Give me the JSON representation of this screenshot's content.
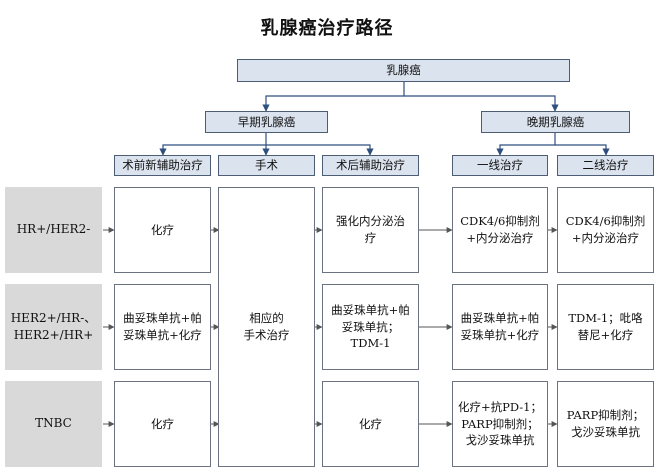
{
  "title": "乳腺癌治疗路径",
  "nodes": {
    "root": "乳腺癌",
    "early": "早期乳腺癌",
    "late": "晚期乳腺癌",
    "neoadjuvant": "术前新辅助治疗",
    "surgery": "手术",
    "adjuvant": "术后辅助治疗",
    "first_line": "一线治疗",
    "second_line": "二线治疗"
  },
  "rows": [
    {
      "label": "HR+/HER2-",
      "neoadjuvant": "化疗",
      "adjuvant": "强化内分泌治\n疗",
      "first_line": "CDK4/6抑制剂\n+内分泌治疗",
      "second_line": "CDK4/6抑制剂\n+内分泌治疗"
    },
    {
      "label": "HER2+/HR-、\nHER2+/HR+",
      "neoadjuvant": "曲妥珠单抗+帕\n妥珠单抗+化疗",
      "adjuvant": "曲妥珠单抗+帕\n妥珠单抗；\nTDM-1",
      "first_line": "曲妥珠单抗+帕\n妥珠单抗+化疗",
      "second_line": "TDM-1；吡咯\n替尼+化疗"
    },
    {
      "label": "TNBC",
      "neoadjuvant": "化疗",
      "adjuvant": "化疗",
      "first_line": "化疗+抗PD-1；\nPARP抑制剂；\n戈沙妥珠单抗",
      "second_line": "PARP抑制剂；\n戈沙妥珠单抗"
    }
  ],
  "surgery_cell": "相应的\n手术治疗",
  "colors": {
    "header_fill": "#dbe3ef",
    "header_border": "#4d5d75",
    "row_label_fill": "#d9d9d9",
    "connector": "#2f4f7f"
  }
}
